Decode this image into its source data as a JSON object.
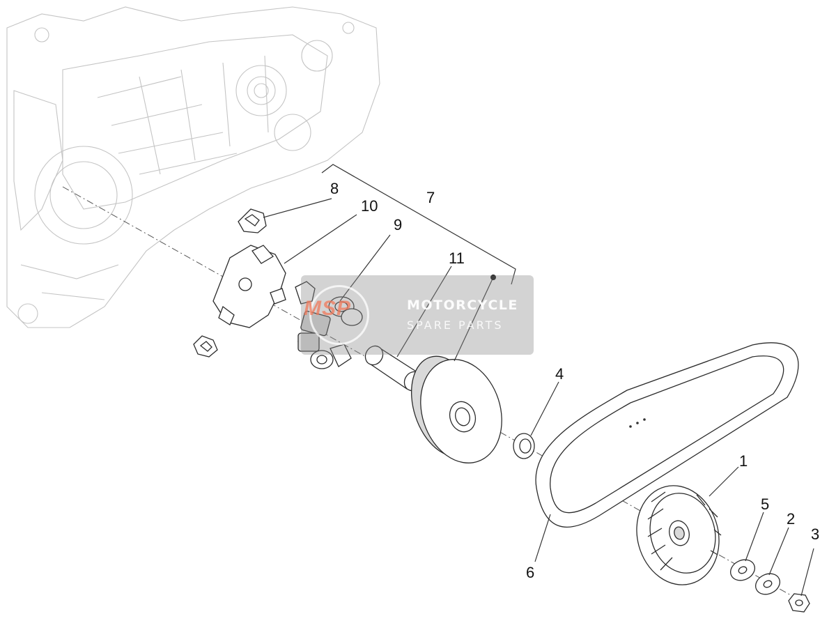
{
  "callouts": {
    "c1": "1",
    "c2": "2",
    "c3": "3",
    "c4": "4",
    "c5": "5",
    "c6": "6",
    "c7": "7",
    "c8": "8",
    "c9": "9",
    "c10": "10",
    "c11": "11"
  },
  "watermark": {
    "logo": "MSP",
    "line1": "MOTORCYCLE",
    "line2": "SPARE PARTS"
  }
}
